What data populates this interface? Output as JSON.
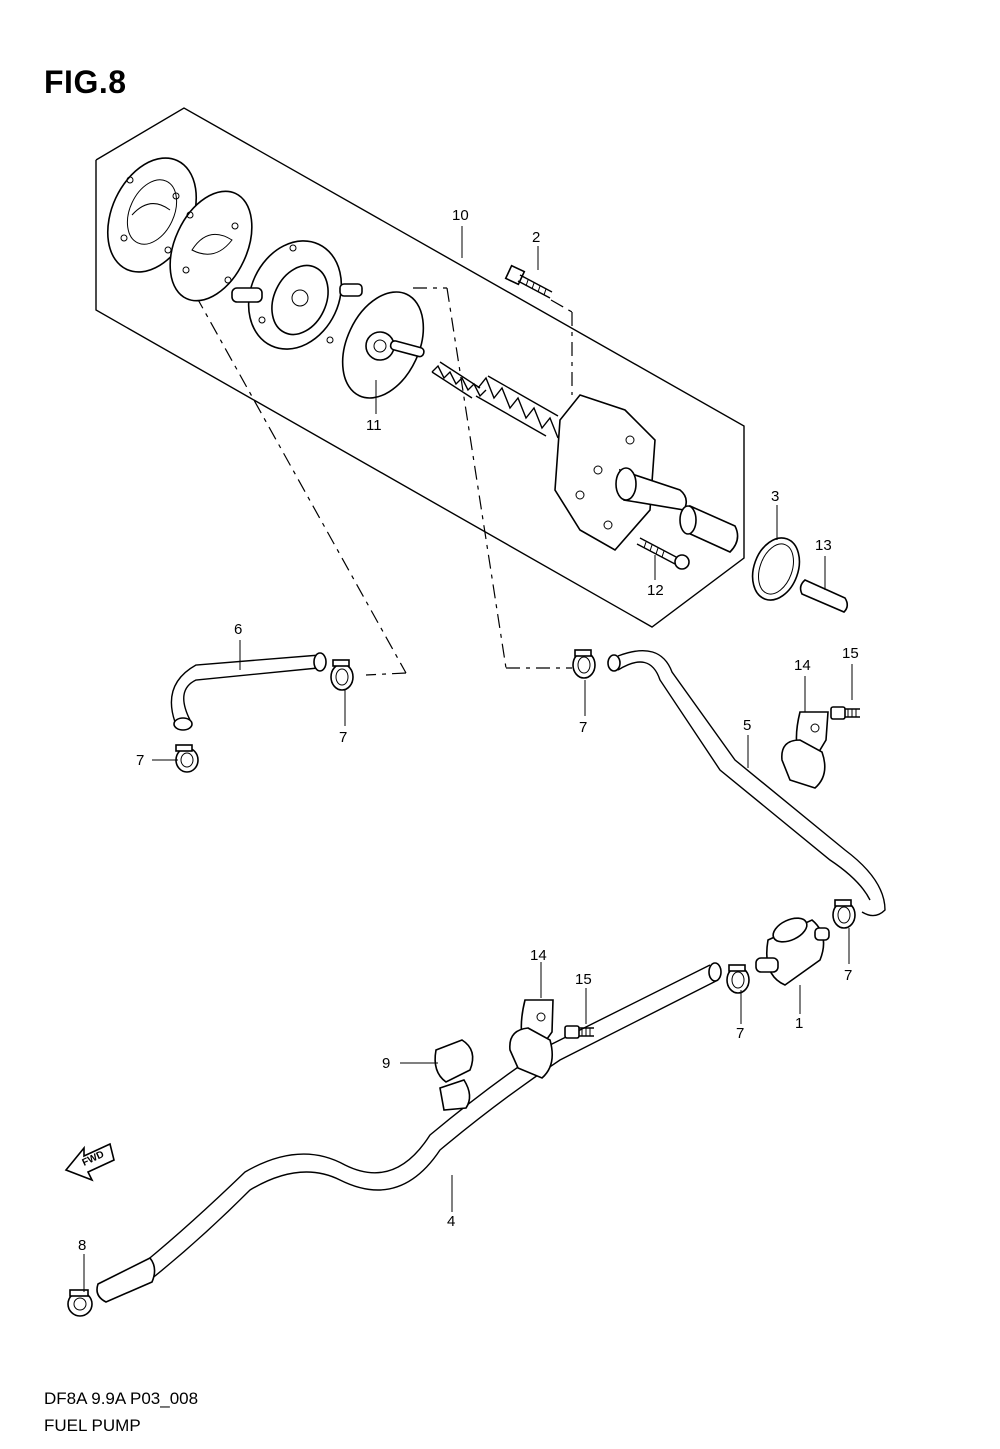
{
  "figure": {
    "title": "FIG.8",
    "code": "DF8A 9.9A P03_008",
    "name": "FUEL PUMP",
    "fwd_label": "FWD"
  },
  "callouts": {
    "c1": "1",
    "c2": "2",
    "c3": "3",
    "c4": "4",
    "c5": "5",
    "c6": "6",
    "c7a": "7",
    "c7b": "7",
    "c7c": "7",
    "c7d": "7",
    "c7e": "7",
    "c8": "8",
    "c9": "9",
    "c10": "10",
    "c11": "11",
    "c12": "12",
    "c13": "13",
    "c14a": "14",
    "c14b": "14",
    "c15a": "15",
    "c15b": "15"
  }
}
